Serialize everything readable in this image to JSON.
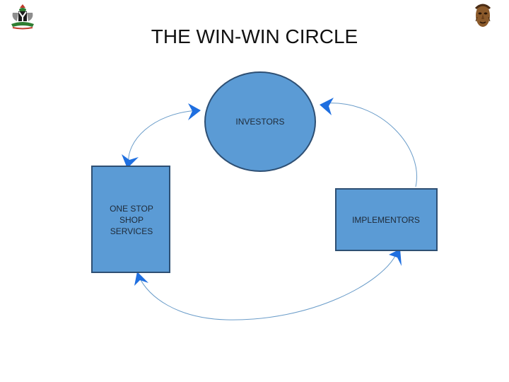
{
  "title": "THE WIN-WIN CIRCLE",
  "emblems": {
    "left": "coat-of-arms-icon",
    "right": "mask-icon"
  },
  "nodes": {
    "investors": {
      "label": "INVESTORS",
      "shape": "ellipse"
    },
    "one_stop_shop": {
      "lines": [
        "ONE STOP",
        "SHOP",
        "SERVICES"
      ],
      "shape": "rectangle"
    },
    "implementors": {
      "label": "IMPLEMENTORS",
      "shape": "rectangle"
    }
  },
  "colors": {
    "node_fill": "#5b9bd5",
    "node_stroke": "#2e4f73",
    "connector": "#6a9cc9",
    "arrowhead": "#1f6fe0"
  }
}
